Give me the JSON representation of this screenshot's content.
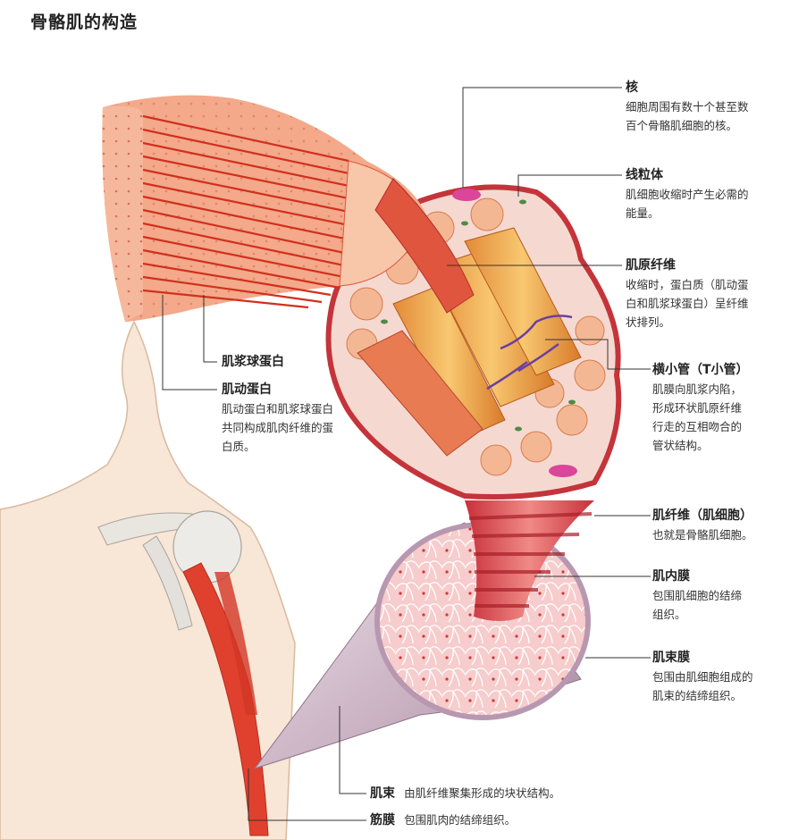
{
  "title": "骨骼肌的构造",
  "labels": {
    "nucleus": {
      "name": "核",
      "desc": [
        "细胞周围有数十个甚至数",
        "百个骨骼肌细胞的核。"
      ]
    },
    "mitochondria": {
      "name": "线粒体",
      "desc": [
        "肌细胞收缩时产生必需的",
        "能量。"
      ]
    },
    "myofibril": {
      "name": "肌原纤维",
      "desc": [
        "收缩时，蛋白质（肌动蛋",
        "白和肌浆球蛋白）呈纤维",
        "状排列。"
      ]
    },
    "t_tubule": {
      "name": "横小管（T小管）",
      "desc": [
        "肌膜向肌浆内陷，",
        "形成环状肌原纤维",
        "行走的互相吻合的",
        "管状结构。"
      ]
    },
    "muscle_fiber": {
      "name": "肌纤维（肌细胞）",
      "desc": [
        "也就是骨骼肌细胞。"
      ]
    },
    "endomysium": {
      "name": "肌内膜",
      "desc": [
        "包围肌细胞的结缔",
        "组织。"
      ]
    },
    "perimysium": {
      "name": "肌束膜",
      "desc": [
        "包围由肌细胞组成的",
        "肌束的结缔组织。"
      ]
    },
    "myosin": {
      "name": "肌浆球蛋白",
      "desc": []
    },
    "actin": {
      "name": "肌动蛋白",
      "desc": [
        "肌动蛋白和肌浆球蛋白",
        "共同构成肌肉纤维的蛋",
        "白质。"
      ]
    },
    "fascicle": {
      "name": "肌束",
      "desc": [
        "由肌纤维聚集形成的块状结构。"
      ]
    },
    "epimysium": {
      "name": "筋膜",
      "desc": [
        "包围肌肉的结缔组织。"
      ]
    }
  },
  "colors": {
    "muscle_red": "#e0412e",
    "sarcomere": "#f3a98a",
    "fiber_pink": "#f2b8b6",
    "sheath": "#cdb8c8",
    "skin": "#f8e6d6",
    "leader": "#333333"
  }
}
